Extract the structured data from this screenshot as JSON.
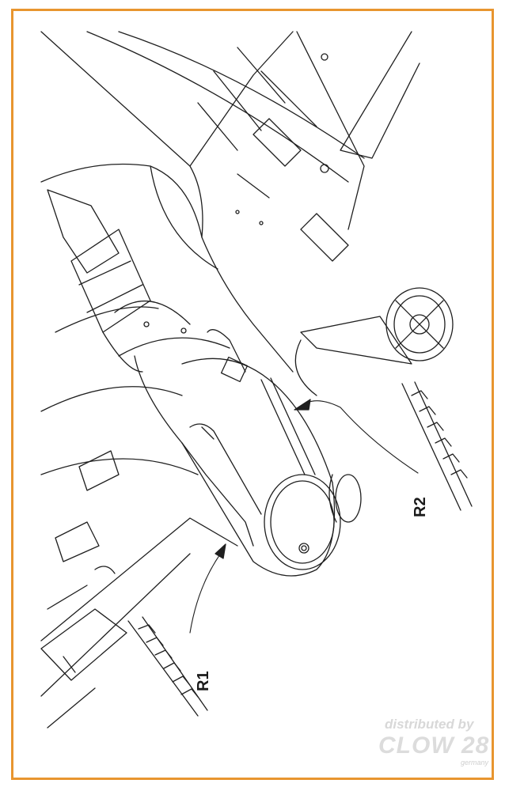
{
  "colors": {
    "frame": "#e8952f",
    "line": "#1f1f1f",
    "watermark": "#d8d8d8"
  },
  "callouts": {
    "r1": "R1",
    "r2": "R2"
  },
  "watermark": {
    "line1": "distributed by",
    "line2": "CLOW 28",
    "line3": "germany"
  }
}
